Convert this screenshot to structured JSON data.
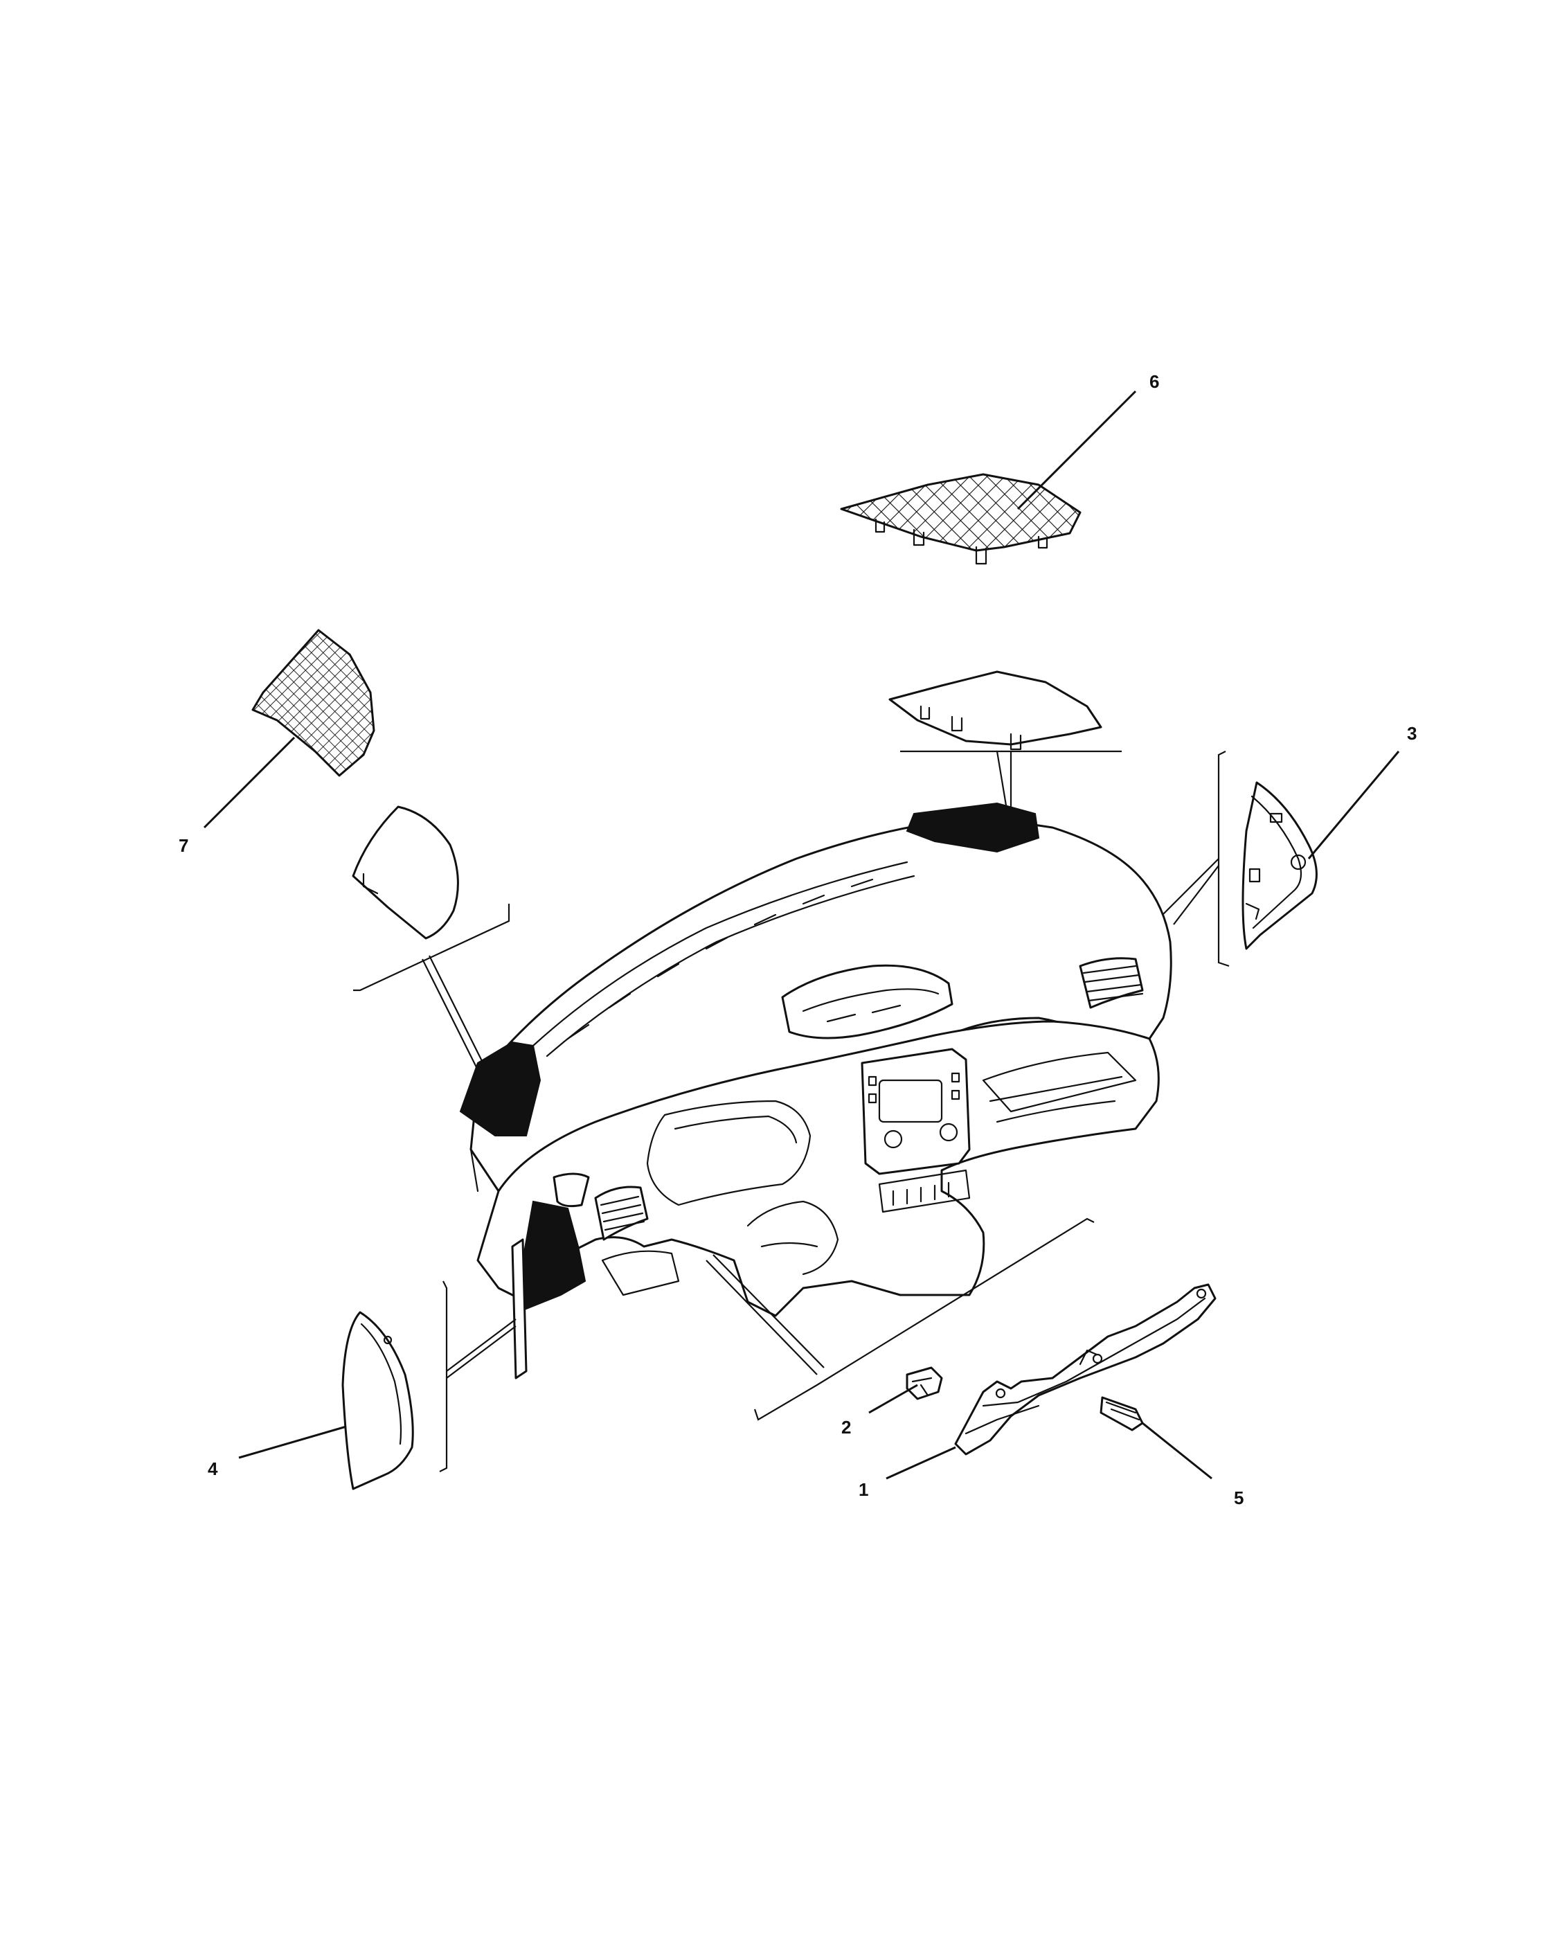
{
  "diagram": {
    "callouts": [
      {
        "id": "c1",
        "label": "1"
      },
      {
        "id": "c2",
        "label": "2"
      },
      {
        "id": "c3",
        "label": "3"
      },
      {
        "id": "c4",
        "label": "4"
      },
      {
        "id": "c5",
        "label": "5"
      },
      {
        "id": "c6",
        "label": "6"
      },
      {
        "id": "c7",
        "label": "7"
      }
    ]
  },
  "colors": {
    "line": "#111111",
    "background": "#ffffff"
  }
}
